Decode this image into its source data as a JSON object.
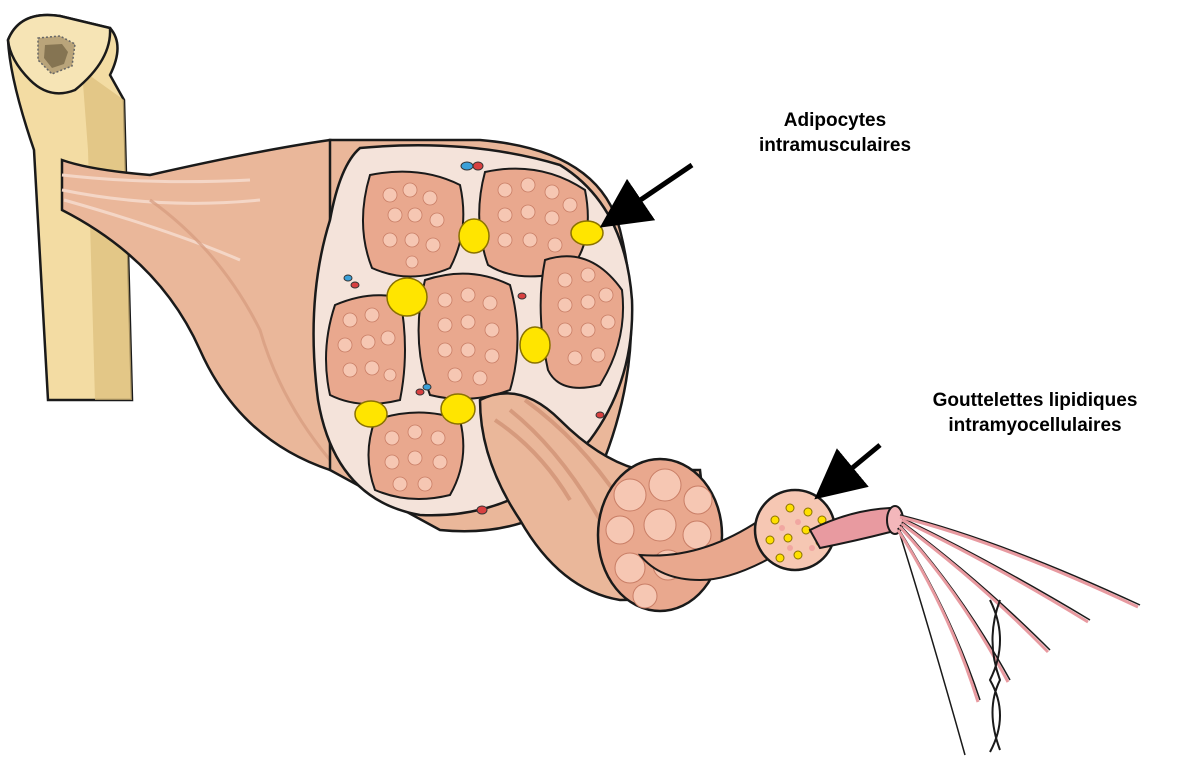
{
  "labels": {
    "adipocytes": {
      "line1": "Adipocytes",
      "line2": "intramusculaires"
    },
    "droplets": {
      "line1": "Gouttelettes lipidiques",
      "line2": "intramyocellulaires"
    }
  },
  "colors": {
    "bone": "#f3dca3",
    "bone_shadow": "#dcbd7a",
    "muscle": "#eab79a",
    "muscle_dark": "#d69a7d",
    "fascicle": "#e9a88e",
    "fiber": "#f6c7b3",
    "adipocyte": "#ffe500",
    "lipid_droplet": "#ffe000",
    "myofibril": "#e89aa0",
    "arrow": "#000000"
  },
  "icons": [
    "bone-icon",
    "tendon-icon",
    "muscle-icon",
    "fascicle-icon",
    "muscle-fiber-icon",
    "myofibril-icon",
    "arrow-icon"
  ]
}
